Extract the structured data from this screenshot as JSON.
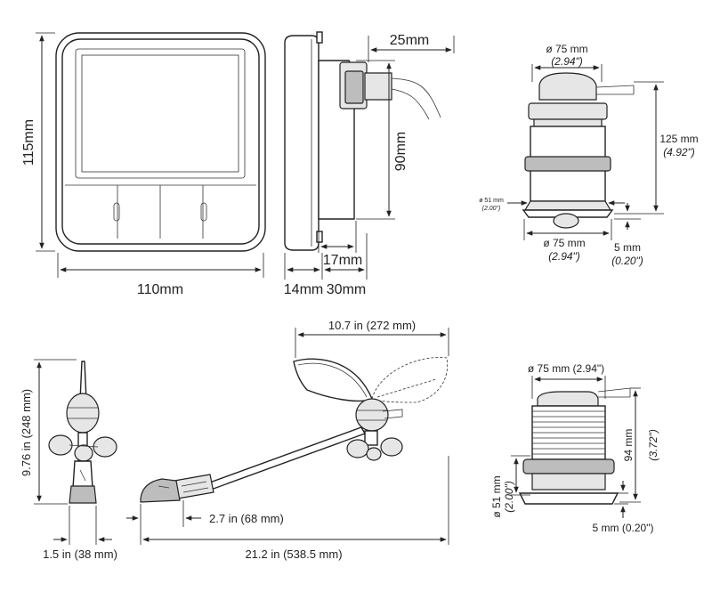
{
  "display": {
    "width_label": "110mm",
    "height_label": "115mm"
  },
  "side_view": {
    "cable_label": "25mm",
    "body_depth_label": "90mm",
    "lower_label": "17mm",
    "front_label": "14mm",
    "rear_label": "30mm"
  },
  "transducer": {
    "top_diameter_main": "ø 75 mm",
    "top_diameter_sub": "(2.94\")",
    "height_main": "125 mm",
    "height_sub": "(4.92\")",
    "hole_main": "ø 51 mm",
    "hole_sub": "(2.00\")",
    "bottom_diameter_main": "ø 75 mm",
    "bottom_diameter_sub": "(2.94\")",
    "flange_main": "5 mm",
    "flange_sub": "(0.20\")"
  },
  "wind_sensor": {
    "length_label": "10.7 in (272 mm)",
    "height_label": "9.76 in (248 mm)",
    "base_label": "2.7 in (68 mm)",
    "width_label": "1.5 in (38 mm)",
    "total_label": "21.2 in (538.5 mm)"
  },
  "depth_transducer": {
    "diameter_label": "ø 75 mm (2.94\")",
    "height_main": "94 mm",
    "height_sub": "(3.72\")",
    "hole_main": "ø 51 mm",
    "hole_sub": "(2.00\")",
    "flange_label": "5 mm (0.20\")"
  }
}
